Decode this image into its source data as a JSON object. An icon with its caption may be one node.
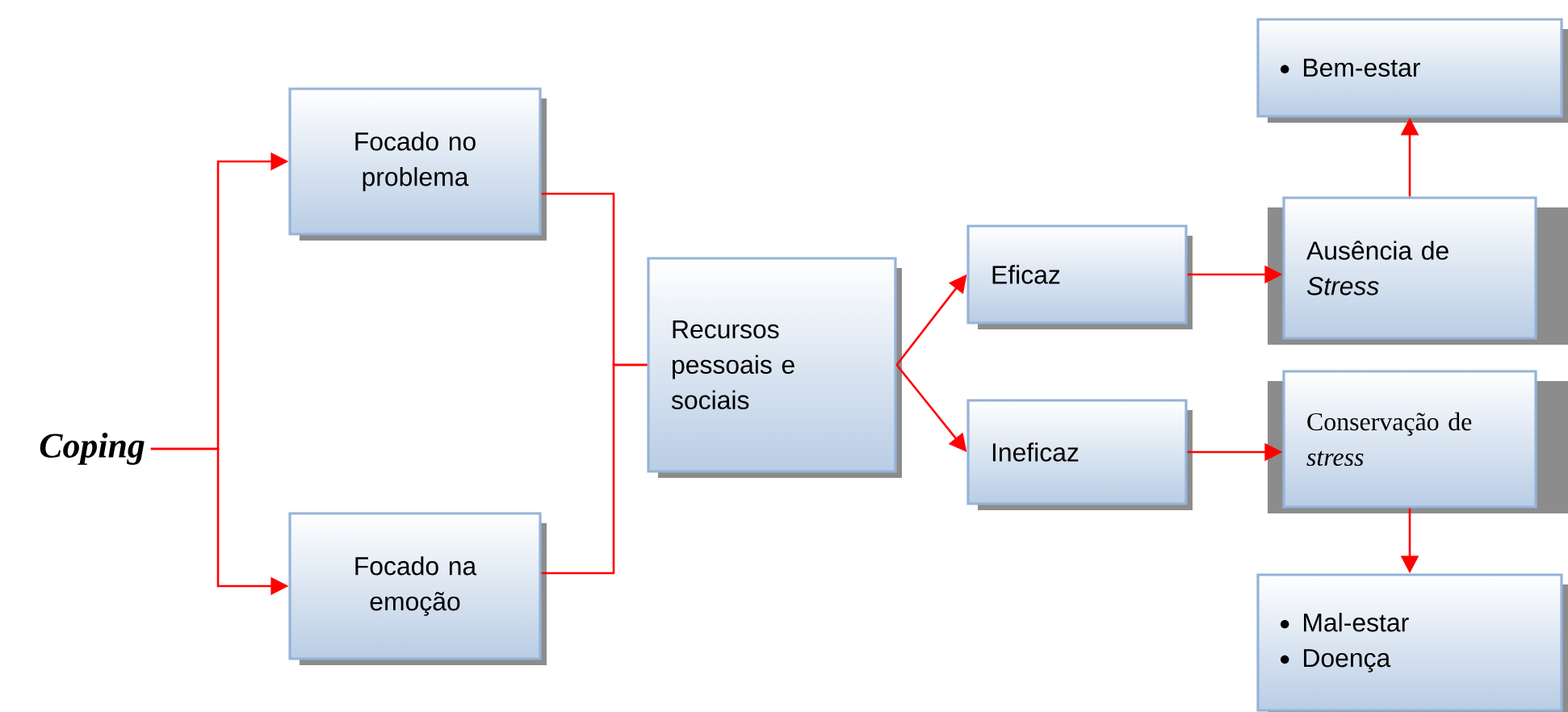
{
  "diagram": {
    "nodes": [
      {
        "text": [
          "Coping"
        ]
      },
      {
        "text": [
          "Focado no problema"
        ]
      },
      {
        "text": [
          "Focado na emoção"
        ]
      },
      {
        "text": [
          "Recursos pessoais e sociais"
        ]
      },
      {
        "text": [
          "Eficaz"
        ]
      },
      {
        "text": [
          "Ineficaz"
        ]
      },
      {
        "text": [
          "Bem-estar"
        ]
      },
      {
        "text": [
          "Ausência de *Stress*"
        ]
      },
      {
        "text": [
          "Conservação de *stress*"
        ]
      },
      {
        "text": [
          "Mal-estar",
          "Doença"
        ]
      }
    ],
    "edges": [
      {
        "from": 0,
        "to": 1,
        "arrow": "to"
      },
      {
        "from": 0,
        "to": 2,
        "arrow": "to"
      },
      {
        "from": 1,
        "to": 3,
        "arrow": "none"
      },
      {
        "from": 2,
        "to": 3,
        "arrow": "none"
      },
      {
        "from": 3,
        "to": 4,
        "arrow": "to"
      },
      {
        "from": 3,
        "to": 5,
        "arrow": "to"
      },
      {
        "from": 4,
        "to": 7,
        "arrow": "to"
      },
      {
        "from": 5,
        "to": 8,
        "arrow": "to"
      },
      {
        "from": 7,
        "to": 6,
        "arrow": "to"
      },
      {
        "from": 8,
        "to": 9,
        "arrow": "to"
      }
    ]
  }
}
